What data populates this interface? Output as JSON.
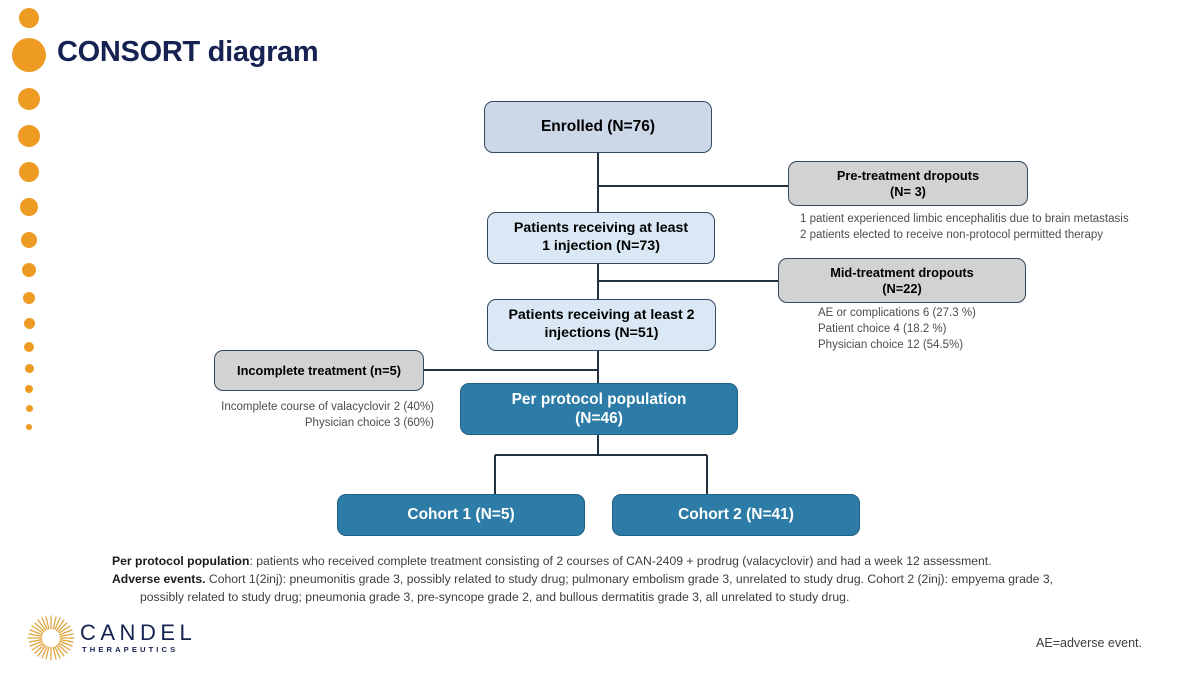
{
  "page": {
    "title": "CONSORT diagram",
    "title_color": "#152252",
    "accent_orange": "#ed9b22",
    "background": "#ffffff"
  },
  "decor": {
    "dot_color": "#ed9b22",
    "dot_count": 15,
    "description": "vertical column of orange dots decreasing in size"
  },
  "diagram": {
    "type": "consort-flow",
    "nodes": [
      {
        "id": "enrolled",
        "label": "Enrolled (N=76)",
        "n": 76,
        "style": "enrolled",
        "fill": "#ccd8e8"
      },
      {
        "id": "at-least-1-injection",
        "label": "Patients receiving at least\n1 injection  (N=73)",
        "n": 73,
        "style": "lightblue",
        "fill": "#d9e8f4"
      },
      {
        "id": "at-least-2-injections",
        "label": "Patients receiving at least 2\ninjections  (N=51)",
        "n": 51,
        "style": "lightblue",
        "fill": "#d9e8f4"
      },
      {
        "id": "per-protocol-population",
        "label": "Per protocol  population\n(N=46)",
        "n": 46,
        "style": "darkblue",
        "fill": "#2d7ca7"
      },
      {
        "id": "cohort-1",
        "label": "Cohort 1 (N=5)",
        "n": 5,
        "style": "darkblue",
        "fill": "#2d7ca7"
      },
      {
        "id": "cohort-2",
        "label": "Cohort 2 (N=41)",
        "n": 41,
        "style": "darkblue",
        "fill": "#2d7ca7"
      },
      {
        "id": "pre-treatment-dropouts",
        "label": "Pre-treatment dropouts\n(N= 3)",
        "n": 3,
        "style": "gray",
        "fill": "#d2d2d2"
      },
      {
        "id": "mid-treatment-dropouts",
        "label": "Mid-treatment dropouts\n(N=22)",
        "n": 22,
        "style": "gray",
        "fill": "#d2d2d2"
      },
      {
        "id": "incomplete-treatment",
        "label": "Incomplete treatment (n=5)",
        "n": 5,
        "style": "gray",
        "fill": "#d2d2d2"
      }
    ],
    "annotations": {
      "pre_treatment": "1 patient experienced limbic encephalitis due to brain metastasis\n2 patients elected to receive non-protocol permitted therapy",
      "mid_treatment": "AE or complications 6 (27.3 %)\nPatient choice  4 (18.2 %)\nPhysician choice 12 (54.5%)",
      "incomplete_treatment": "Incomplete course of valacyclovir 2 (40%)\nPhysician choice 3 (60%)"
    }
  },
  "footnotes": {
    "line1_bold": "Per protocol population",
    "line1_rest": ": patients who received complete treatment consisting of 2 courses of CAN-2409 + prodrug (valacyclovir) and had a week 12 assessment.",
    "line2_bold": "Adverse events.",
    "line2_rest": " Cohort 1(2inj): pneumonitis grade 3, possibly related to study drug; pulmonary embolism grade 3, unrelated to study drug. Cohort 2 (2inj): empyema grade 3,",
    "line3": "possibly related to study drug; pneumonia grade 3, pre-syncope grade 2, and bullous dermatitis grade 3, all unrelated to study drug.",
    "ae_note": "AE=adverse event."
  },
  "logo": {
    "wordmark": "CANDEL",
    "subtitle": "THERAPEUTICS",
    "mark": "sunburst-icon",
    "color": "#152252",
    "mark_color": "#e0a33c"
  }
}
